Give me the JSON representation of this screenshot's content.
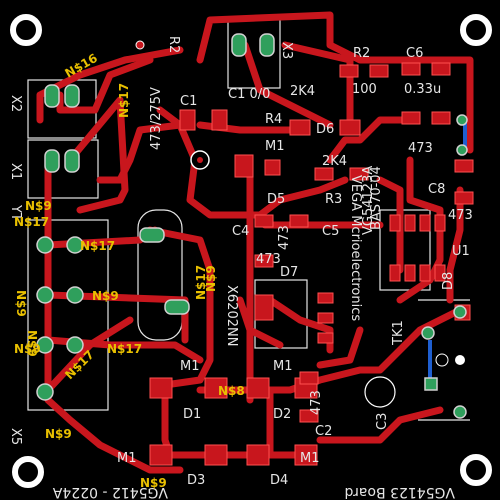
{
  "title": "VG54123 Board",
  "colors": {
    "background": "#000000",
    "trace": "#c8161d",
    "silk": "#e6e6e6",
    "pad_green": "#2f9f5c",
    "net_label": "#e9c000",
    "blue_trace": "#1f5fd0"
  },
  "components": {
    "r2_top": "R2",
    "x3": "X3",
    "r2": "R2",
    "c6": "C6",
    "c1_vo": "C1 0/0",
    "val_2k4": "2K4",
    "val_100": "100",
    "val_033u": "0.33u",
    "c1": "C1",
    "r4": "R4",
    "d6": "D6",
    "val_473_275": "473/275V",
    "m1_top": "M1",
    "val_2k4b": "2K4",
    "ic_label": "BAS70-04",
    "ic_silk": "VG54123A",
    "val_473_c": "473",
    "r3": "R3",
    "c8": "C8",
    "val_473_d": "473",
    "d5": "D5",
    "c4": "C4",
    "c5": "C5",
    "val_473_e": "473",
    "u1": "U1",
    "val_473_f": "473",
    "d7": "D7",
    "d8": "D8",
    "zener": "X6202NN",
    "trademark": "VEGA Mcrioelectronics",
    "m1_mid": "M1",
    "m1_mid2": "M1",
    "n8": "N$8",
    "d1": "D1",
    "d2": "D2",
    "val_473_g": "473",
    "c2": "C2",
    "tk1": "TK1",
    "c3": "C3",
    "m1_bot": "M1",
    "d3": "D3",
    "d4": "D4",
    "m1_bot2": "M1",
    "x1": "X1",
    "x2": "X2",
    "x5": "X5",
    "bottom_left": "VG5412 - 0224A",
    "bottom_right": "VG54123 Board",
    "yt": "YT"
  },
  "nets": [
    "N$16",
    "N$17",
    "N$17",
    "N$17",
    "N$9",
    "N$17",
    "N$9",
    "N$9",
    "N$17",
    "N$9",
    "N$9",
    "N$9",
    "N$8",
    "N$9",
    "N$17",
    "N$9"
  ]
}
